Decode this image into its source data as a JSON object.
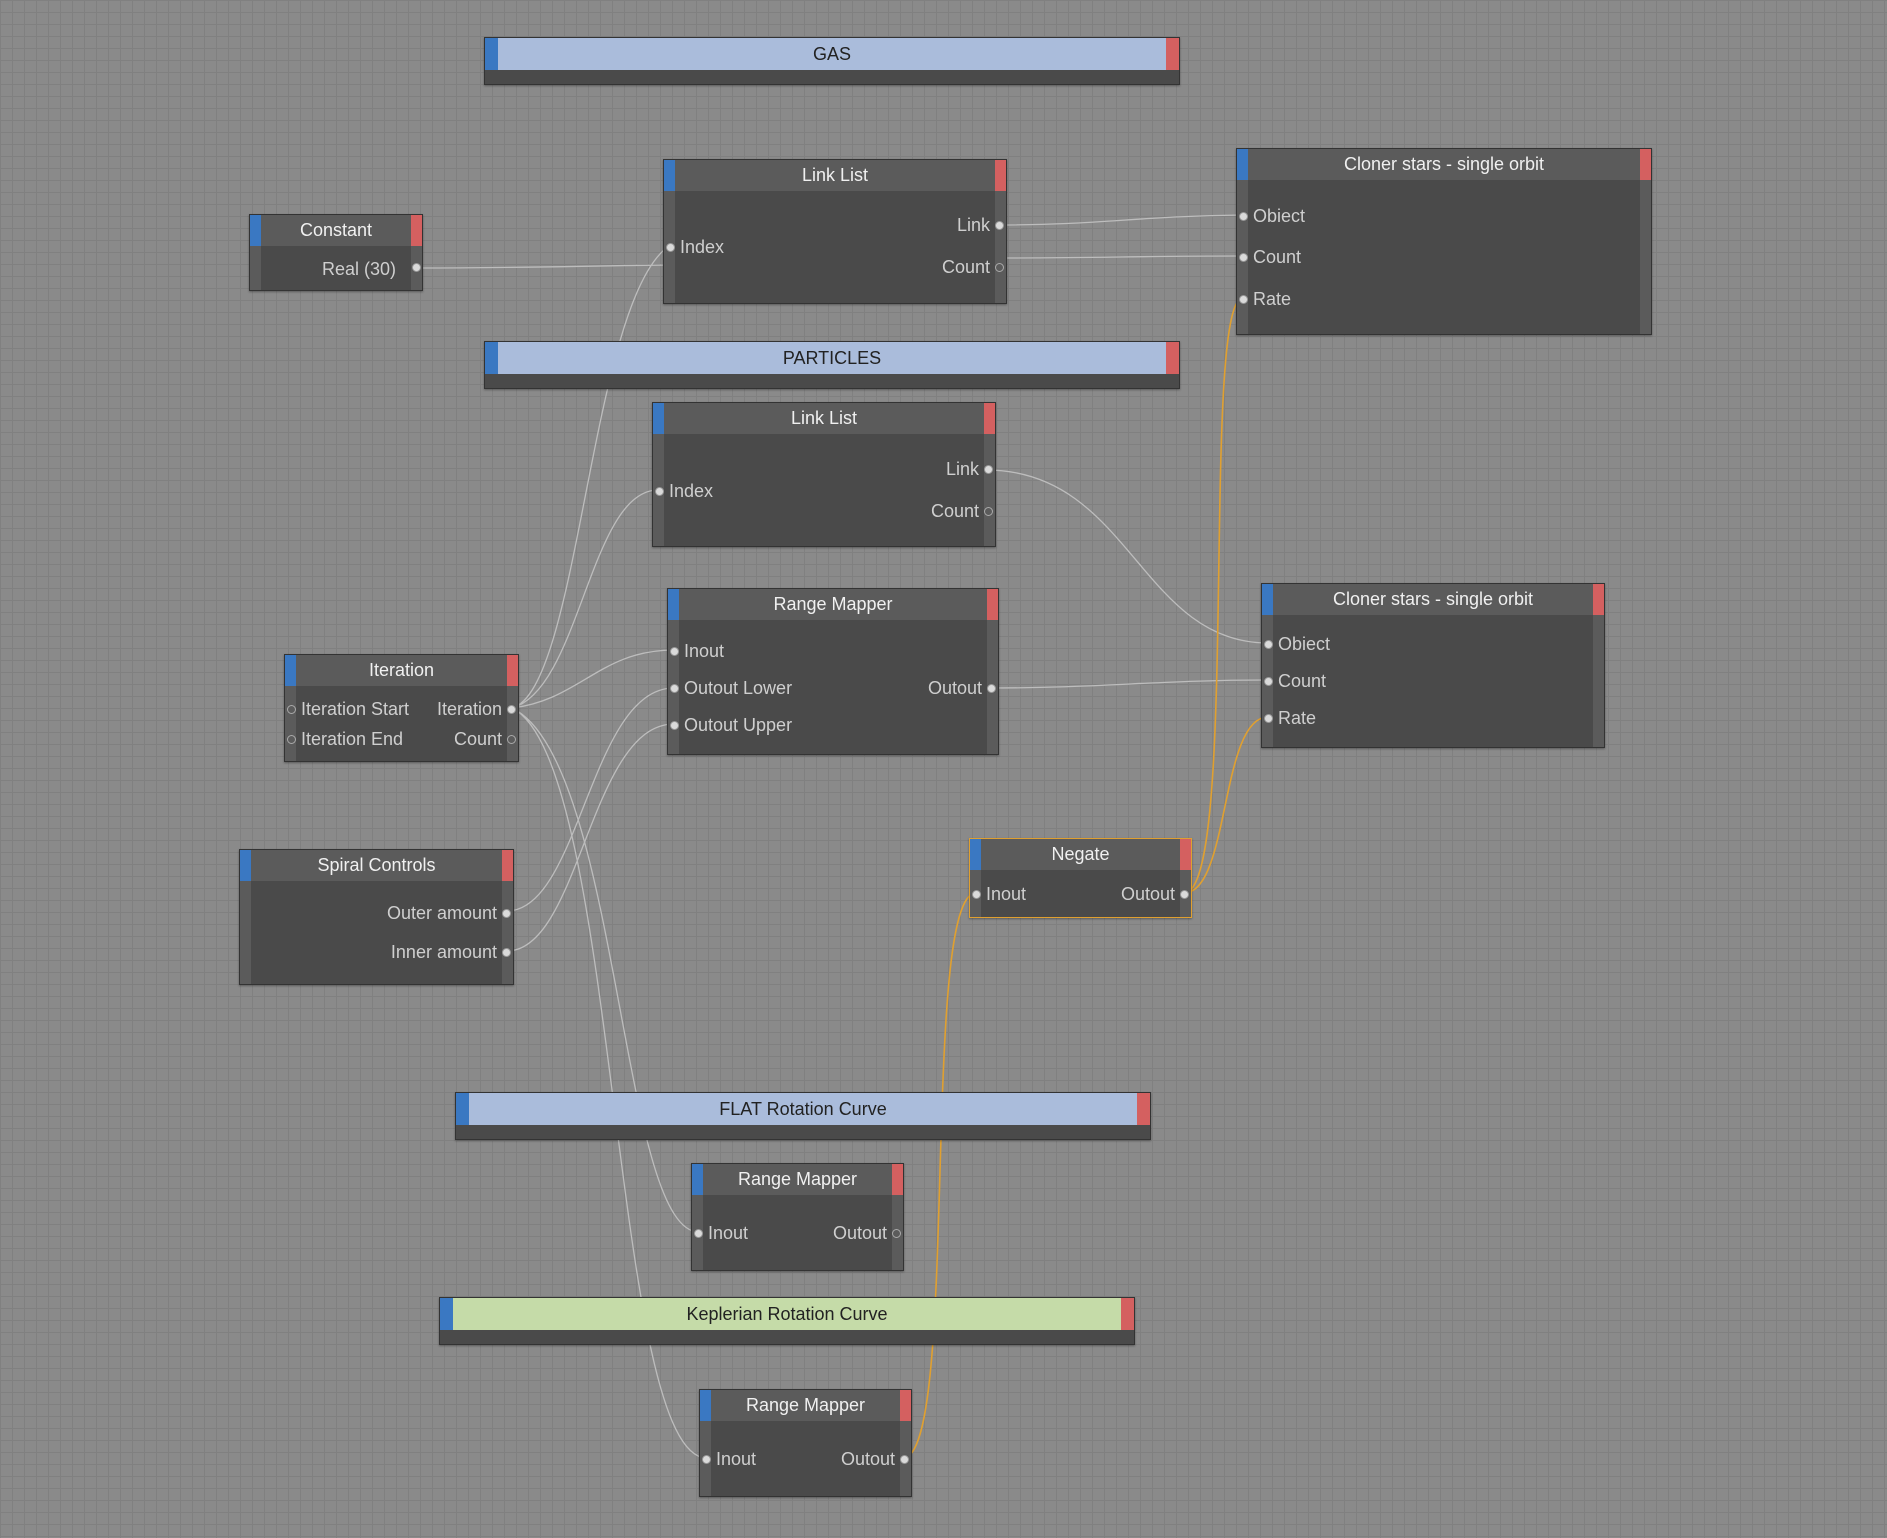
{
  "groups": {
    "gas": {
      "title": "GAS",
      "color": "#aabcdb"
    },
    "particles": {
      "title": "PARTICLES",
      "color": "#aabcdb"
    },
    "flat": {
      "title": "FLAT Rotation Curve",
      "color": "#aabcdb"
    },
    "keplerian": {
      "title": "Keplerian Rotation Curve",
      "color": "#c5dba8"
    }
  },
  "nodes": {
    "constant": {
      "title": "Constant",
      "out": "Real (30)"
    },
    "linklist1": {
      "title": "Link List",
      "in_index": "Index",
      "out_link": "Link",
      "out_count": "Count"
    },
    "cloner1": {
      "title": "Cloner stars - single orbit",
      "in_object": "Obiect",
      "in_count": "Count",
      "in_rate": "Rate"
    },
    "linklist2": {
      "title": "Link List",
      "in_index": "Index",
      "out_link": "Link",
      "out_count": "Count"
    },
    "rangemapper1": {
      "title": "Range Mapper",
      "in_input": "Inout",
      "in_lower": "Outout Lower",
      "in_upper": "Outout Upper",
      "out": "Outout"
    },
    "cloner2": {
      "title": "Cloner stars - single orbit",
      "in_object": "Obiect",
      "in_count": "Count",
      "in_rate": "Rate"
    },
    "iteration": {
      "title": "Iteration",
      "in_start": "Iteration Start",
      "in_end": "Iteration End",
      "out_iter": "Iteration",
      "out_count": "Count"
    },
    "spiral": {
      "title": "Spiral Controls",
      "out_outer": "Outer amount",
      "out_inner": "Inner amount"
    },
    "negate": {
      "title": "Negate",
      "in": "Inout",
      "out": "Outout"
    },
    "rangemapper2": {
      "title": "Range Mapper",
      "in": "Inout",
      "out": "Outout"
    },
    "rangemapper3": {
      "title": "Range Mapper",
      "in": "Inout",
      "out": "Outout"
    }
  },
  "wire_colors": {
    "normal": "#bdbdbd",
    "selected": "#e0a030"
  }
}
